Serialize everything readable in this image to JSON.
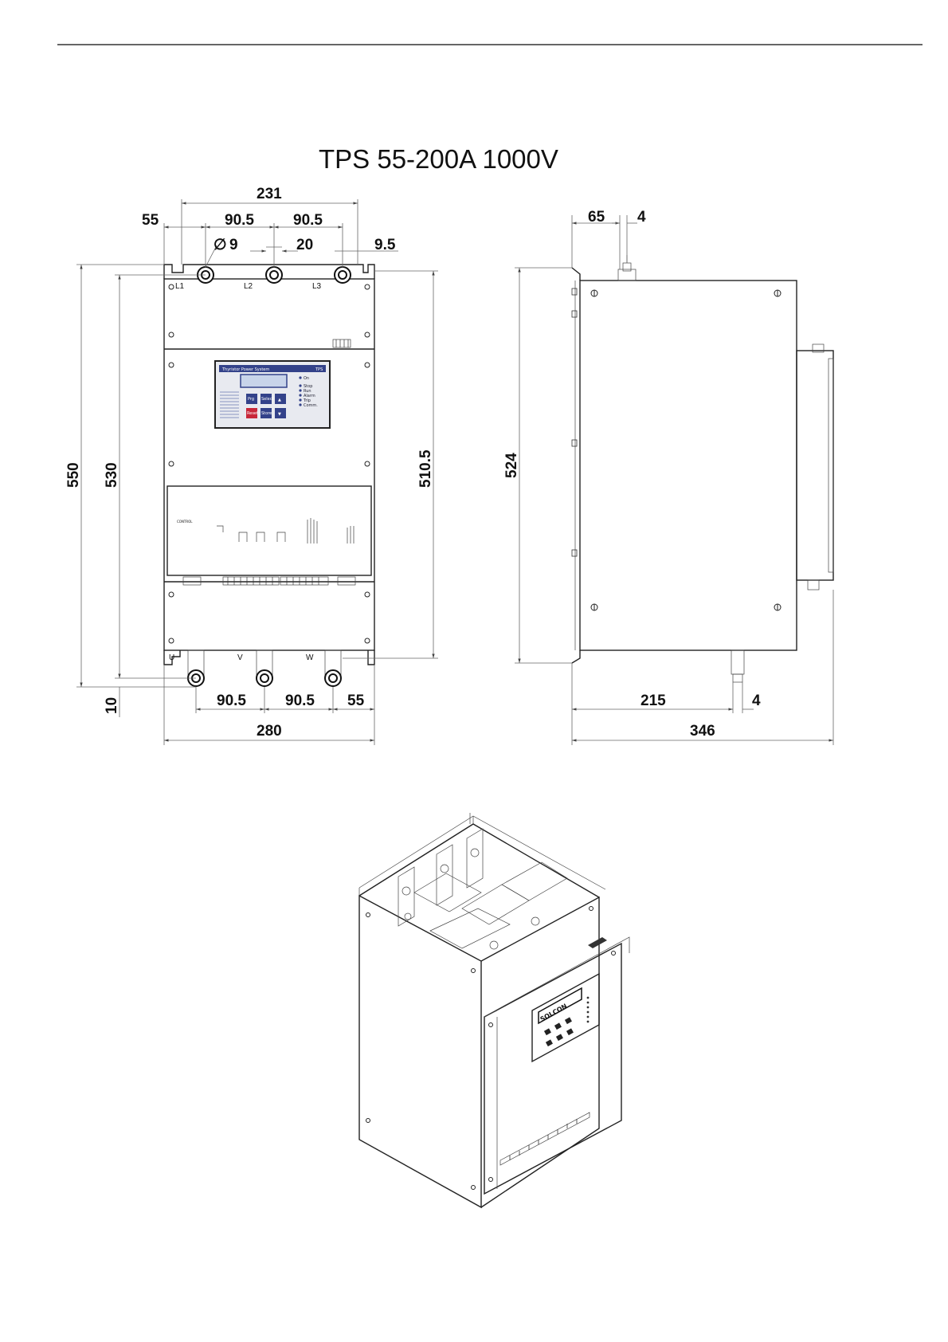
{
  "title": "TPS 55-200A 1000V",
  "front_view": {
    "dims_top": [
      "231",
      "55",
      "90.5",
      "90.5",
      "20",
      "9.5"
    ],
    "hole_symbol": "∅",
    "hole_diameter": "9",
    "dims_bottom": [
      "90.5",
      "90.5",
      "55",
      "280"
    ],
    "dims_left": [
      "550",
      "530",
      "10"
    ],
    "dims_right": [
      "510.5"
    ],
    "line_terminals": [
      "L1",
      "L2",
      "L3"
    ],
    "load_terminals": [
      "U",
      "V",
      "W"
    ],
    "keypad": {
      "brand": "Thyristor Power System",
      "model": "TPS",
      "leds": [
        "On",
        "Stop",
        "Run",
        "Alarm",
        "Trip",
        "Comm."
      ],
      "keys_top": [
        "Prg",
        "Select",
        "▲"
      ],
      "keys_bottom": [
        "Reset",
        "Store",
        "▼"
      ]
    },
    "control_label": "CONTROL"
  },
  "side_view": {
    "dims_top": [
      "65",
      "4"
    ],
    "dims_left": [
      "524"
    ],
    "dims_bottom": [
      "215",
      "4",
      "346"
    ]
  },
  "iso_view": {
    "display_text": "SOLCON"
  }
}
